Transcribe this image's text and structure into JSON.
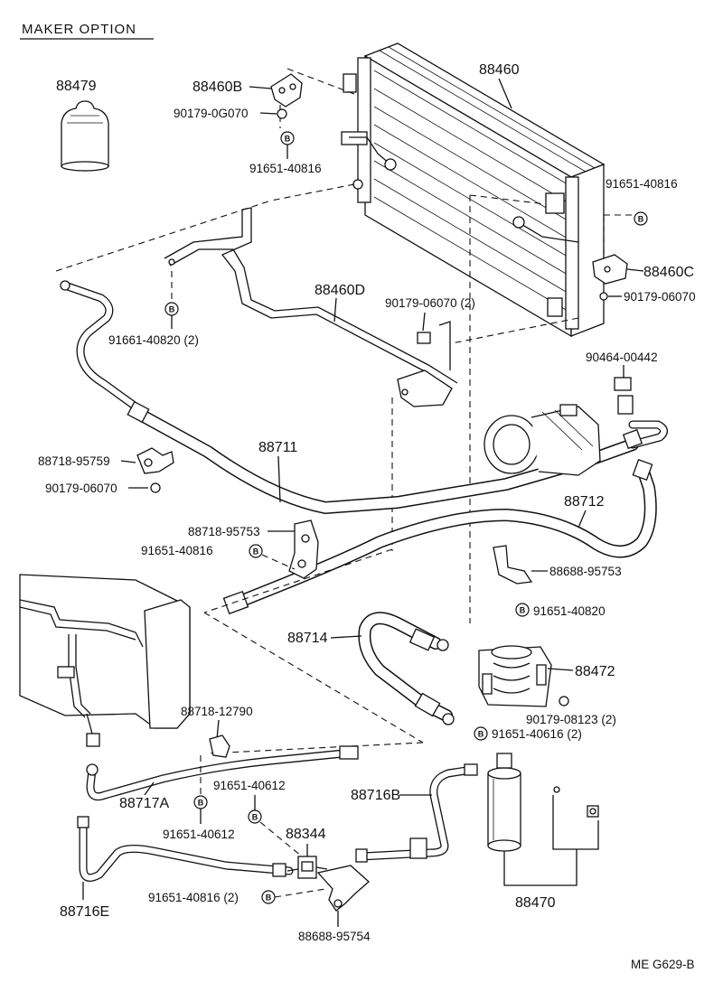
{
  "header": {
    "title": "MAKER  OPTION"
  },
  "footer": {
    "code": "ME  G629-B"
  },
  "part_labels": {
    "p88479": "88479",
    "p88460": "88460",
    "p88460B": "88460B",
    "p90179_0G070": "90179-0G070",
    "p91651_40816_top": "91651-40816",
    "p91651_40816_right": "91651-40816",
    "p88460C": "88460C",
    "p90179_06070_right": "90179-06070",
    "p91661_40820": "91661-40820 (2)",
    "p88460D": "88460D",
    "p90179_06070_2": "90179-06070 (2)",
    "p90464_00442": "90464-00442",
    "p88711": "88711",
    "p88718_95759": "88718-95759",
    "p90179_06070_left": "90179-06070",
    "p88712": "88712",
    "p88718_95753": "88718-95753",
    "p91651_40816_mid": "91651-40816",
    "p88688_95753": "88688-95753",
    "p91651_40820": "91651-40820",
    "p88714": "88714",
    "p88472": "88472",
    "p90179_08123": "90179-08123 (2)",
    "p91651_40616": "91651-40616 (2)",
    "p88718_12790": "88718-12790",
    "p88717A": "88717A",
    "p91651_40612_a": "91651-40612",
    "p91651_40612_b": "91651-40612",
    "p88716B": "88716B",
    "p88344": "88344",
    "p88716E": "88716E",
    "p91651_40816_2": "91651-40816 (2)",
    "p88688_95754": "88688-95754",
    "p88470": "88470"
  },
  "symbol_letter": "B"
}
